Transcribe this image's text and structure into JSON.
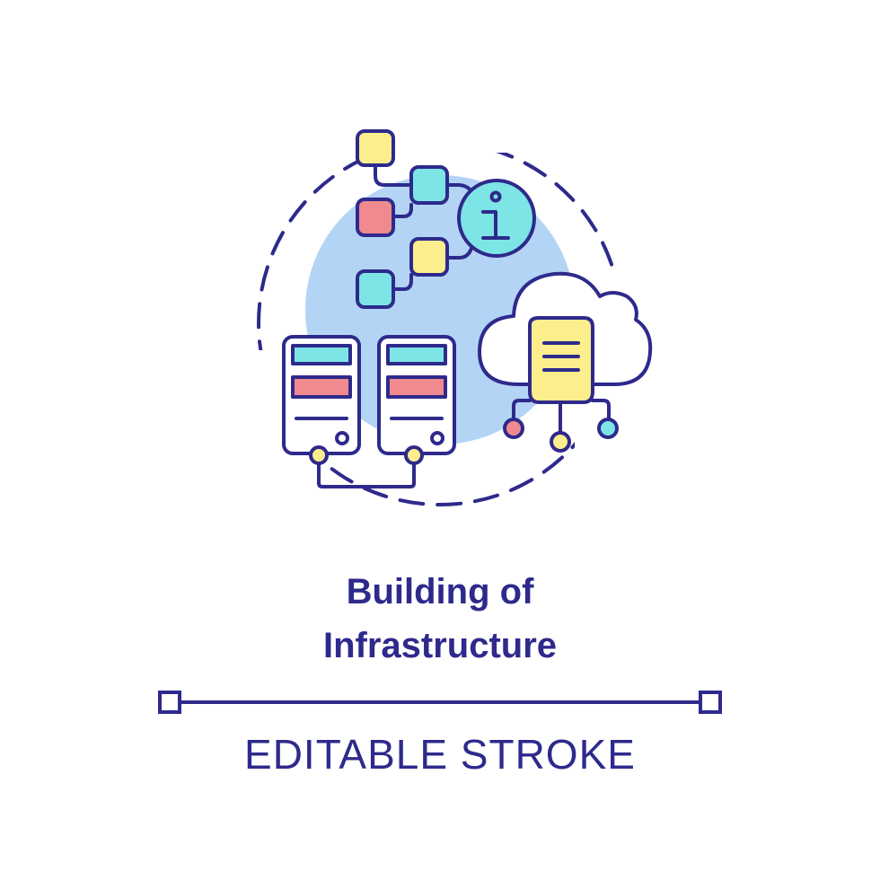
{
  "title": {
    "line1": "Building of",
    "line2": "Infrastructure"
  },
  "caption": "EDITABLE STROKE",
  "icons": {
    "concept": "infrastructure-concept-icon",
    "info": "info-icon",
    "server_left": "server-icon",
    "server_right": "server-icon",
    "cloud": "cloud-document-icon",
    "tree": "node-tree-icon"
  },
  "colors": {
    "stroke": "#2e2a8c",
    "background_blob": "#b3d4f5",
    "yellow": "#fcee8c",
    "cyan": "#7de5e6",
    "red": "#f08a8f",
    "white": "#ffffff"
  }
}
